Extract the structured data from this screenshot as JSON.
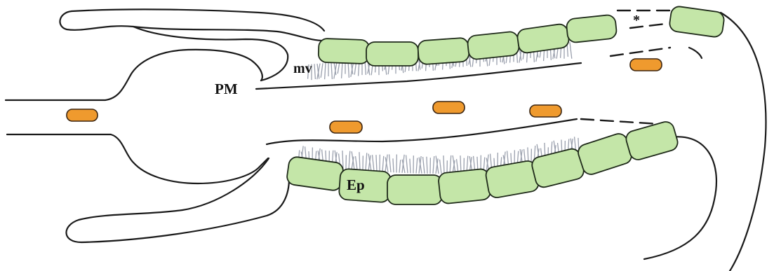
{
  "labels": {
    "microvilli": "mv",
    "peritrophic_membrane": "PM",
    "epithelium": "Ep",
    "asterisk": "*"
  },
  "colors": {
    "epithelial_cell": "#c4e6a8",
    "particle": "#ef9a2e",
    "microvilli": "#9aa0ad",
    "outline": "#1a1a1a"
  }
}
